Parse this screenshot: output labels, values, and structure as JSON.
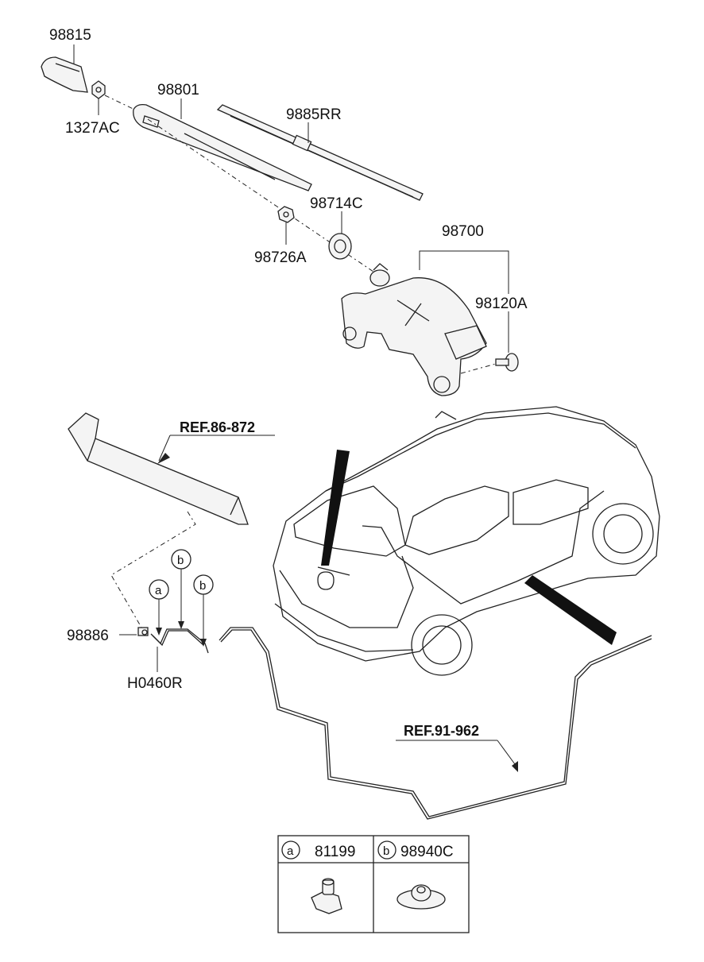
{
  "parts": {
    "p98815": "98815",
    "p1327AC": "1327AC",
    "p98801": "98801",
    "p9885RR": "9885RR",
    "p98714C": "98714C",
    "p98726A": "98726A",
    "p98700": "98700",
    "p98120A": "98120A",
    "p98886": "98886",
    "pH0460R": "H0460R"
  },
  "refs": {
    "spoiler": "REF.86-872",
    "hose": "REF.91-962"
  },
  "callouts": {
    "a": "a",
    "b": "b"
  },
  "legend": {
    "cells": [
      {
        "letter": "a",
        "part": "81199"
      },
      {
        "letter": "b",
        "part": "98940C"
      }
    ]
  }
}
